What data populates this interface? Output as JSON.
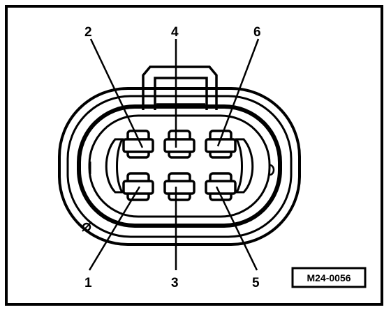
{
  "diagram": {
    "pins": {
      "p1": "1",
      "p2": "2",
      "p3": "3",
      "p4": "4",
      "p5": "5",
      "p6": "6"
    },
    "reference": "M24-0056"
  },
  "colors": {
    "ink": "#000000",
    "paper": "#ffffff"
  }
}
